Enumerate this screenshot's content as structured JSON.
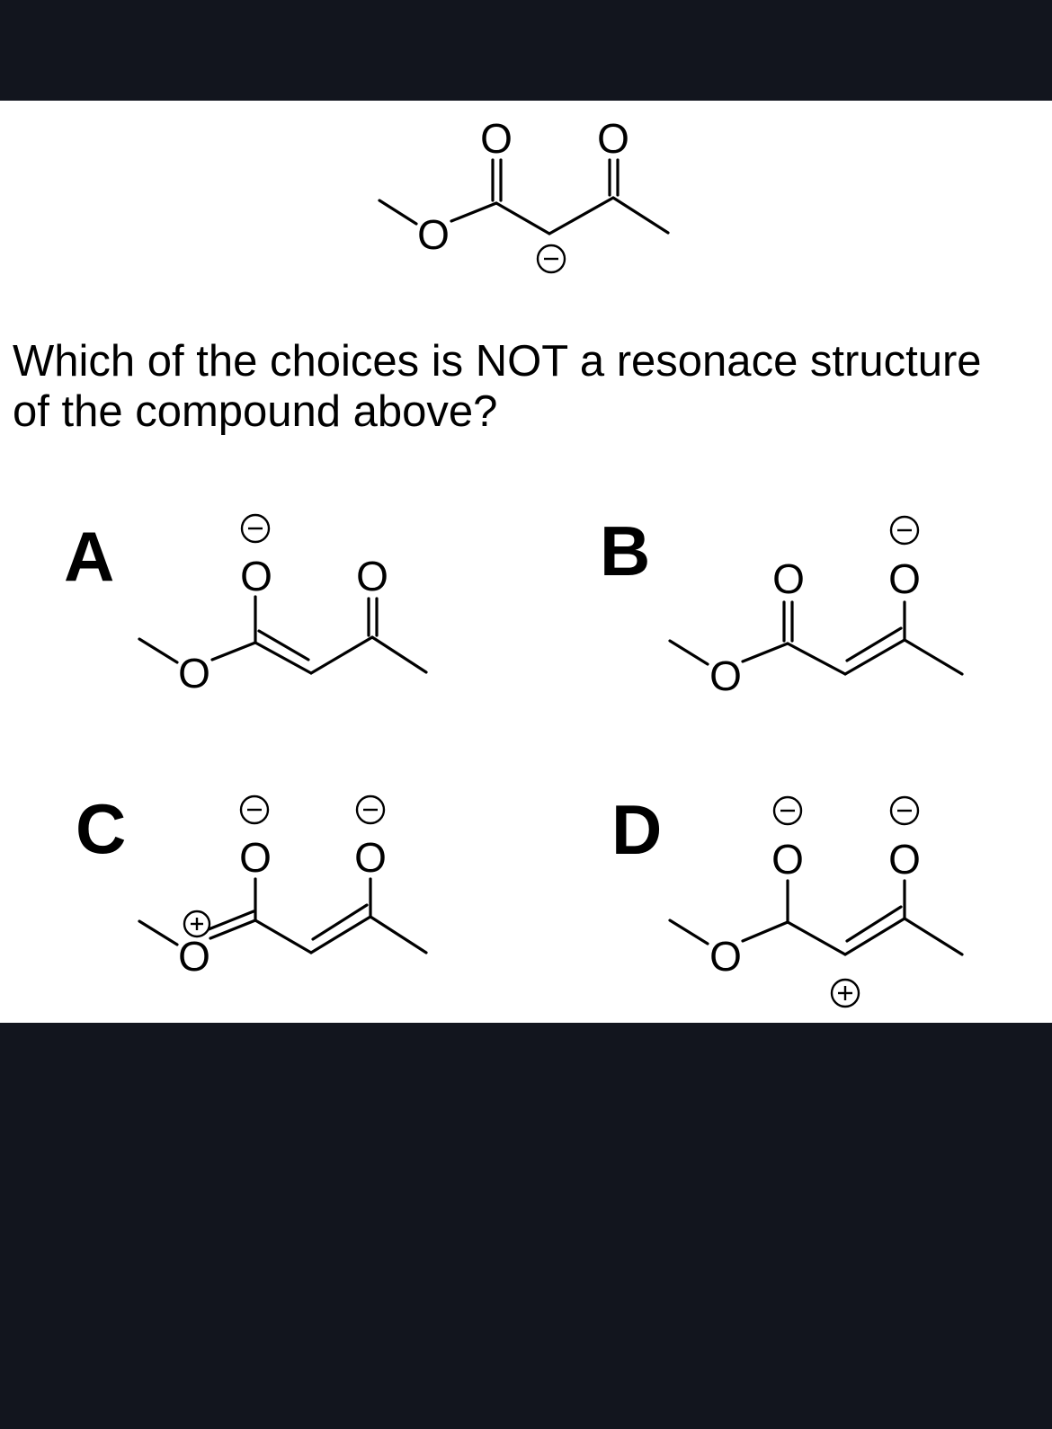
{
  "question": {
    "line1": "Which of the choices is NOT a resonace structure",
    "line2": "of the compound above?"
  },
  "atoms": {
    "oxygen": "O"
  },
  "choices": [
    {
      "letter": "A"
    },
    {
      "letter": "B"
    },
    {
      "letter": "C"
    },
    {
      "letter": "D"
    }
  ],
  "colors": {
    "background": "#12151e",
    "panel": "#ffffff",
    "ink": "#000000"
  }
}
